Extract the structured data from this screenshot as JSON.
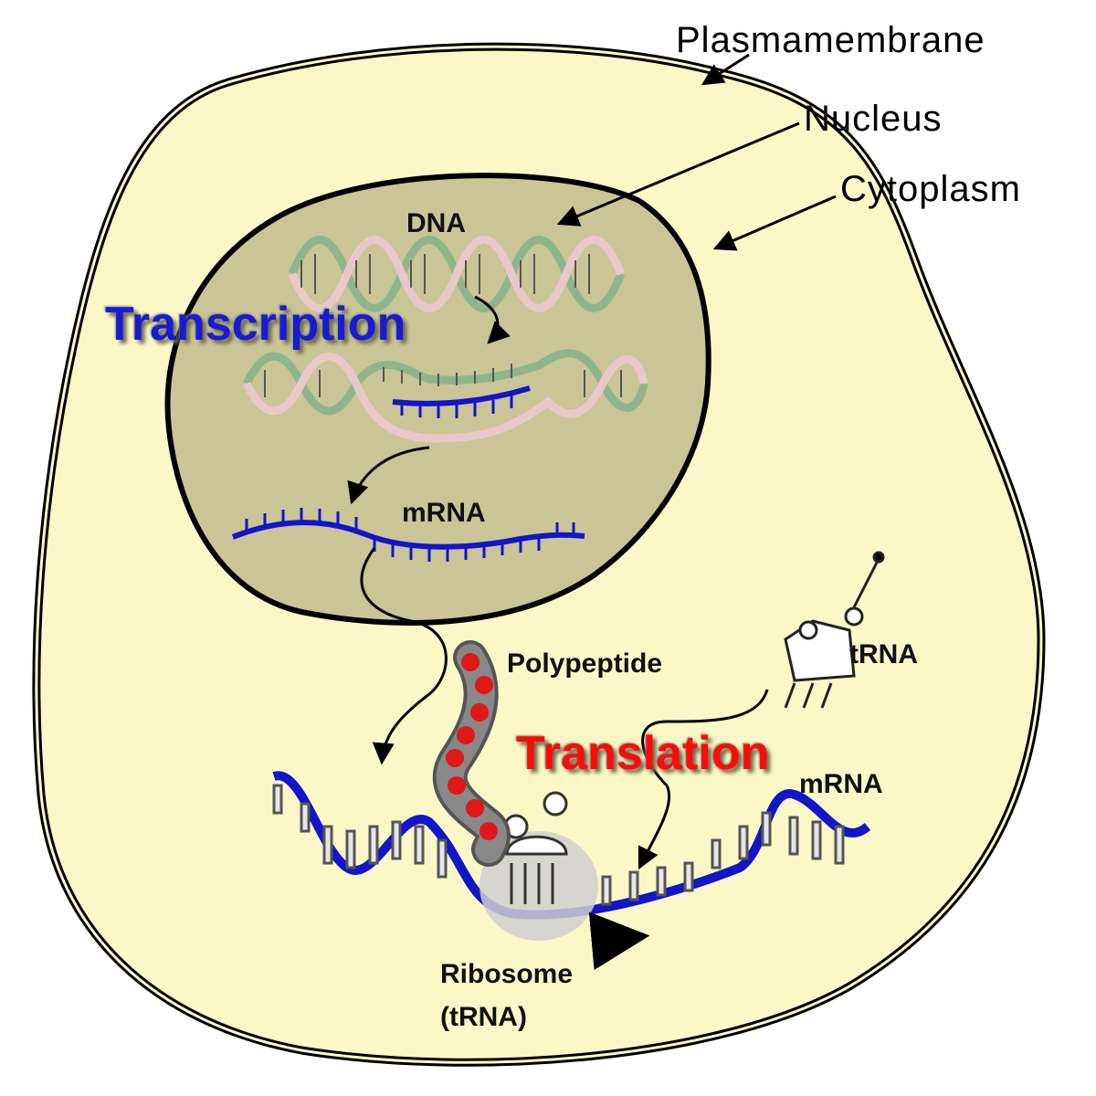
{
  "labels": {
    "plasma_membrane": "Plasmamembrane",
    "nucleus": "Nucleus",
    "cytoplasm": "Cytoplasm",
    "dna": "DNA",
    "transcription": "Transcription",
    "mrna_nucleus": "mRNA",
    "polypeptide": "Polypeptide",
    "trna": "tRNA",
    "translation": "Translation",
    "mrna_cytoplasm": "mRNA",
    "ribosome": "Ribosome",
    "ribosome_sub": "(tRNA)"
  },
  "colors": {
    "cytoplasm_fill": "#fbf8c8",
    "nucleus_fill": "#c9c596",
    "mrna": "#1414c8",
    "transcription_text": "#1a1ad2",
    "translation_text": "#ff0a0a",
    "polypeptide": "#e01818",
    "dna_strand_a": "#e8c8c8",
    "dna_strand_b": "#8fb48a"
  }
}
